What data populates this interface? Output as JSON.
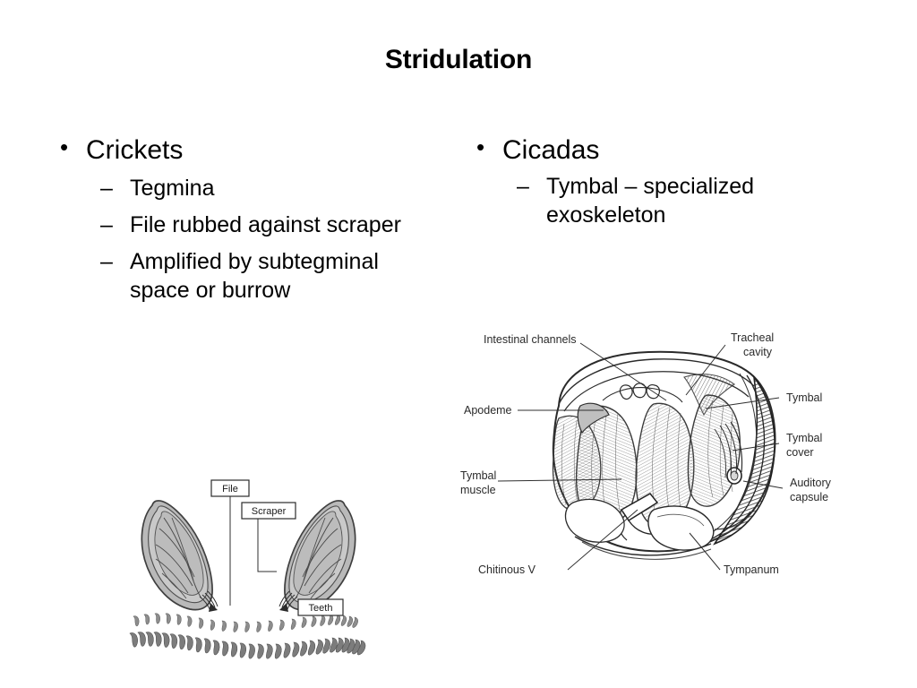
{
  "slide": {
    "title": "Stridulation",
    "background_color": "#ffffff",
    "text_color": "#000000"
  },
  "columns": [
    {
      "id": "crickets",
      "bullet_glyph": "•",
      "heading": "Crickets",
      "sub_dash": "–",
      "subitems": [
        "Tegmina",
        "File rubbed against scraper",
        "Amplified by subtegminal space or burrow"
      ]
    },
    {
      "id": "cicadas",
      "bullet_glyph": "•",
      "heading": "Cicadas",
      "sub_dash": "–",
      "subitems": [
        "Tymbal – specialized exoskeleton"
      ]
    }
  ],
  "figures": {
    "cricket": {
      "caption_labels": [
        "File",
        "Scraper",
        "Teeth"
      ],
      "wing_fill": "#b9b9b9",
      "wing_stroke": "#4a4a4a",
      "tooth_fill": "#8d8d8d",
      "description": "Two cricket tegmina (forewings) with boxed callouts for File and Scraper, above two arcing rows of file teeth labeled Teeth"
    },
    "cicada": {
      "labels": [
        "Intestinal channels",
        "Tracheal cavity",
        "Apodeme",
        "Tymbal",
        "Tymbal cover",
        "Tymbal muscle",
        "Auditory capsule",
        "Chitinous V",
        "Tympanum"
      ],
      "line_color": "#2a2a2a",
      "description": "Cross-section line drawing of a cicada abdomen showing the tymbal sound-producing organ"
    }
  }
}
